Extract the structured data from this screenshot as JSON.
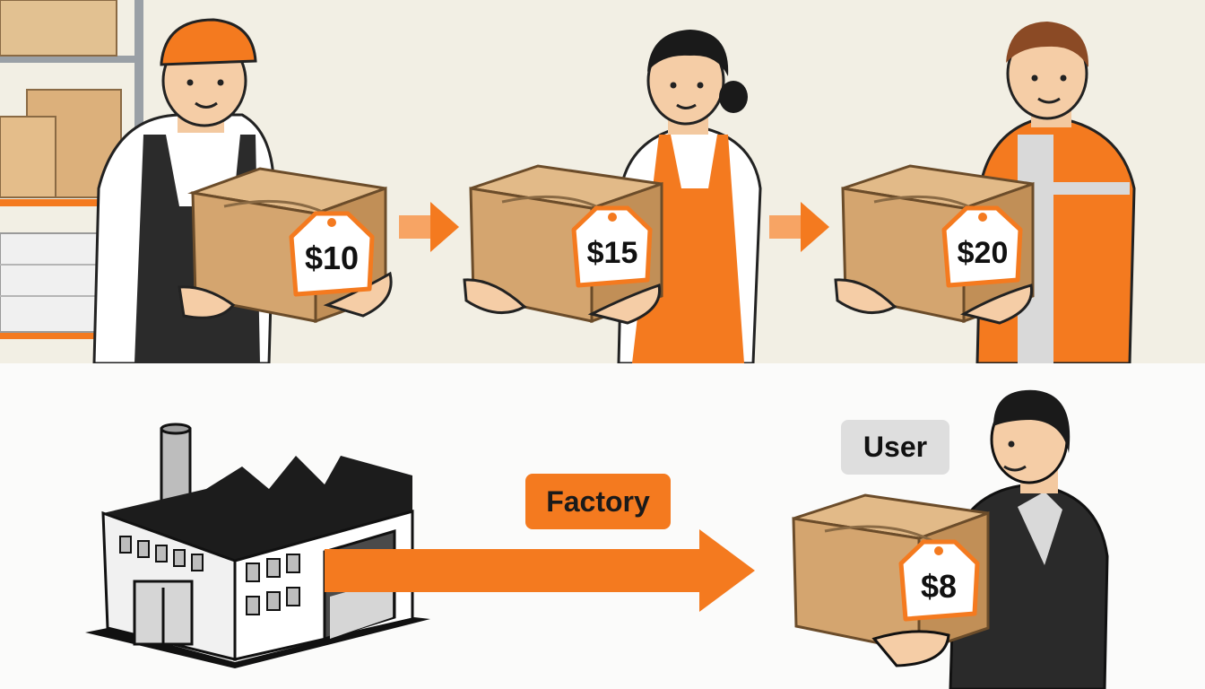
{
  "top_chain": {
    "prices": [
      "$10",
      "$15",
      "$20"
    ]
  },
  "bottom_chain": {
    "factory_label": "Factory",
    "user_label": "User",
    "price": "$8"
  },
  "colors": {
    "accent_orange": "#f47a1f",
    "box_brown": "#d4a56f",
    "top_bg": "#f2efe4",
    "bottom_bg": "#fbfbfa",
    "user_badge": "#dedede"
  },
  "icons": [
    "warehouse-shelves-icon",
    "worker-with-cap",
    "shop-assistant-with-apron",
    "courier-in-orange-jacket",
    "factory-icon",
    "businessman-user"
  ]
}
